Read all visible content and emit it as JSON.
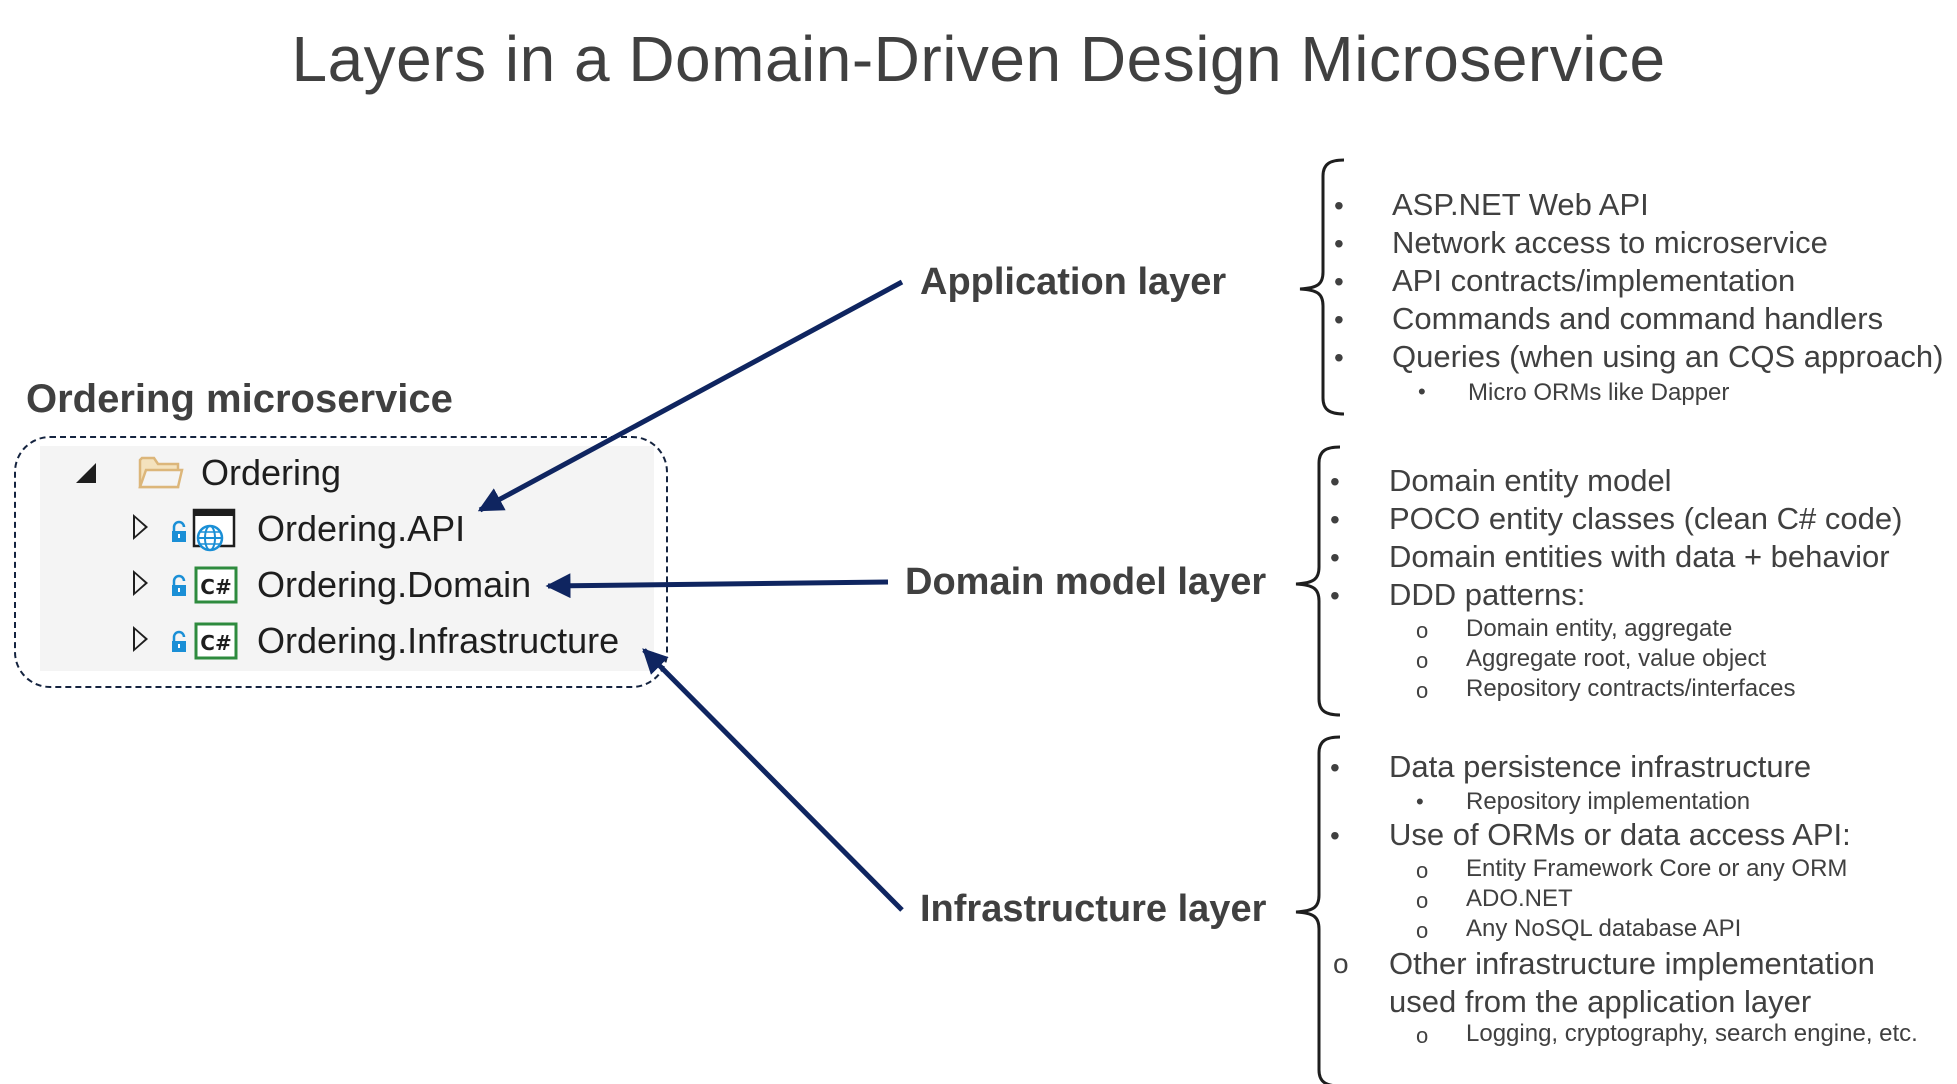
{
  "title": "Layers in a Domain-Driven Design Microservice",
  "microservice": {
    "title": "Ordering microservice",
    "root": "Ordering",
    "projects": [
      "Ordering.API",
      "Ordering.Domain",
      "Ordering.Infrastructure"
    ],
    "colors": {
      "arrow": "#0f2560",
      "box_border": "#14233f",
      "panel": "#f4f4f4",
      "folder": "#dcb67a",
      "csharp": "#2e8b3e",
      "lock": "#1a8fd6"
    }
  },
  "layers": {
    "application": {
      "label": "Application layer",
      "items": [
        "ASP.NET Web API",
        "Network access to microservice",
        "API contracts/implementation",
        "Commands and command handlers",
        "Queries (when using an CQS approach)"
      ],
      "sub": [
        "Micro ORMs like Dapper"
      ]
    },
    "domain": {
      "label": "Domain model layer",
      "items": [
        "Domain entity model",
        "POCO entity classes (clean C# code)",
        "Domain entities with data + behavior",
        "DDD patterns:"
      ],
      "sub": [
        "Domain entity, aggregate",
        "Aggregate root, value object",
        "Repository contracts/interfaces"
      ]
    },
    "infrastructure": {
      "label": "Infrastructure layer",
      "item1": "Data persistence infrastructure",
      "item1_sub": "Repository implementation",
      "item2": "Use of ORMs or data access API:",
      "item2_sub": [
        "Entity Framework Core or any ORM",
        "ADO.NET",
        "Any NoSQL database API"
      ],
      "item3_line1": "Other infrastructure implementation",
      "item3_line2": "used from the application layer",
      "item3_sub": "Logging, cryptography, search engine, etc."
    }
  },
  "markers": {
    "bullet": "•",
    "circle": "o"
  }
}
